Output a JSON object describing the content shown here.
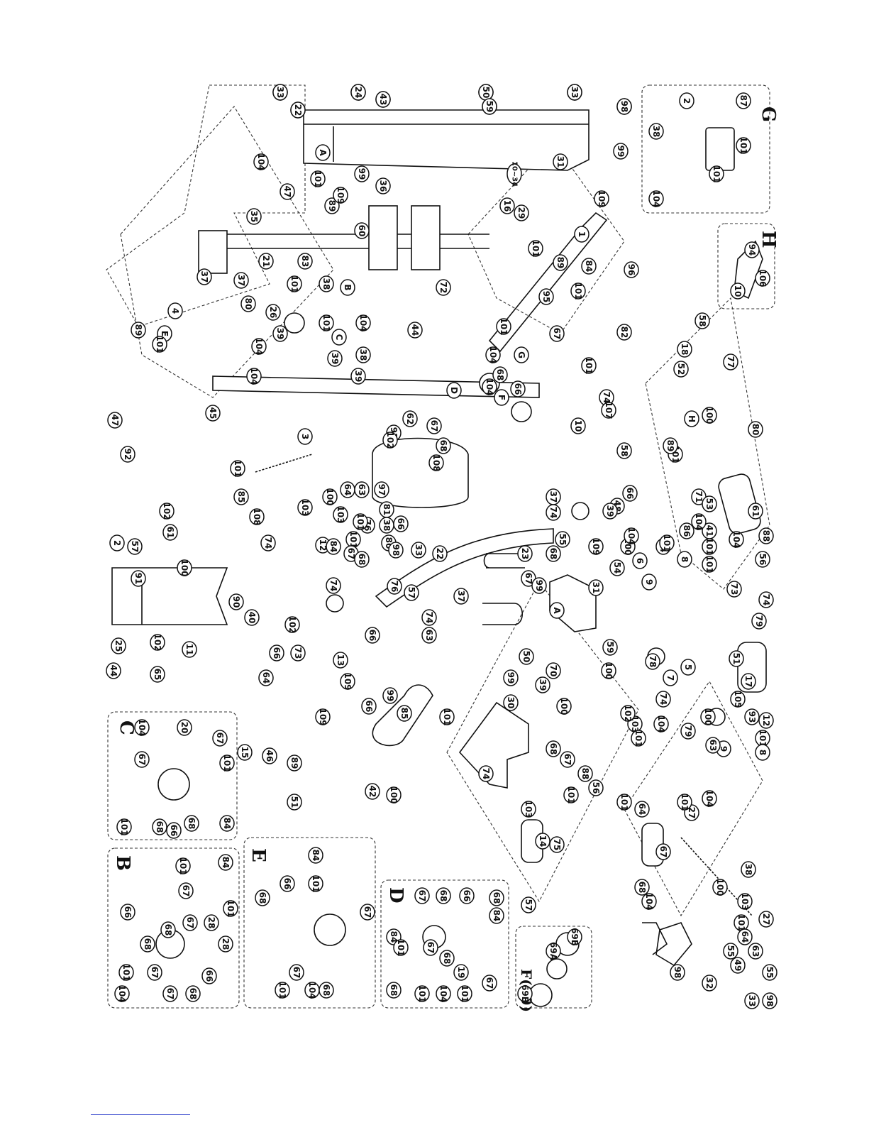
{
  "insets": [
    {
      "id": "G",
      "title": "G",
      "callouts": [
        "2",
        "87",
        "101",
        "38",
        "101",
        "104"
      ]
    },
    {
      "id": "H",
      "title": "H",
      "callouts": [
        "94",
        "106",
        "10"
      ]
    },
    {
      "id": "C",
      "title": "C",
      "callouts": [
        "104",
        "67",
        "20",
        "67",
        "101",
        "68",
        "66",
        "68",
        "84",
        "101"
      ]
    },
    {
      "id": "B",
      "title": "B",
      "callouts": [
        "66",
        "101",
        "84",
        "67",
        "68",
        "28",
        "66",
        "101",
        "68",
        "67",
        "101",
        "104",
        "67",
        "68",
        "28",
        "67"
      ]
    },
    {
      "id": "E",
      "title": "E",
      "callouts": [
        "66",
        "84",
        "101",
        "68",
        "67",
        "67",
        "101",
        "104",
        "68"
      ]
    },
    {
      "id": "D",
      "title": "D",
      "callouts": [
        "67",
        "68",
        "66",
        "68",
        "84",
        "84",
        "101",
        "67",
        "68",
        "19",
        "101",
        "68",
        "104",
        "101",
        "67"
      ]
    },
    {
      "id": "F",
      "title": "F(69)",
      "callouts": [
        "69B",
        "69A",
        "69B"
      ]
    }
  ],
  "main_callouts": [
    "109",
    "99",
    "109",
    "99",
    "109",
    "99",
    "109",
    "99",
    "A",
    "104",
    "47",
    "101",
    "89",
    "109",
    "99",
    "36",
    "10~34",
    "16",
    "29",
    "31",
    "99",
    "109",
    "35",
    "60",
    "37",
    "21",
    "83",
    "1",
    "101",
    "89",
    "84",
    "37",
    "38",
    "B",
    "80",
    "101",
    "26",
    "104",
    "101",
    "72",
    "95",
    "101",
    "96",
    "82",
    "4",
    "E",
    "89",
    "101",
    "39",
    "104",
    "C",
    "39",
    "38",
    "44",
    "67",
    "101",
    "104",
    "G",
    "68",
    "58",
    "101",
    "104",
    "F",
    "18",
    "52",
    "77",
    "D",
    "39",
    "66",
    "74",
    "H",
    "47",
    "45",
    "3",
    "104",
    "62",
    "92",
    "102",
    "67",
    "68",
    "108",
    "107",
    "10",
    "58",
    "100",
    "80",
    "101",
    "89",
    "66",
    "71",
    "53",
    "61",
    "92",
    "61",
    "102",
    "101",
    "85",
    "103",
    "100",
    "64",
    "63",
    "97",
    "81",
    "37",
    "48",
    "41",
    "104",
    "88",
    "101",
    "74",
    "38",
    "66",
    "76",
    "101",
    "101",
    "80",
    "98",
    "33",
    "55",
    "39",
    "84",
    "86",
    "101",
    "104",
    "101",
    "100",
    "103",
    "108",
    "74",
    "12",
    "67",
    "68",
    "84",
    "22",
    "23",
    "67",
    "68",
    "54",
    "104",
    "6",
    "9",
    "8",
    "56",
    "73",
    "2",
    "57",
    "91",
    "100",
    "76",
    "57",
    "109",
    "99",
    "31",
    "A",
    "74",
    "79",
    "74",
    "90",
    "40",
    "102",
    "74",
    "63",
    "66",
    "37",
    "59",
    "50",
    "70",
    "100",
    "78",
    "5",
    "51",
    "17",
    "44",
    "25",
    "102",
    "65",
    "11",
    "66",
    "73",
    "13",
    "64",
    "109",
    "99",
    "109",
    "99",
    "30",
    "39",
    "100",
    "103",
    "74",
    "7",
    "100",
    "79",
    "102",
    "105",
    "93",
    "12",
    "101",
    "89",
    "46",
    "15",
    "66",
    "85",
    "101",
    "74",
    "68",
    "67",
    "101",
    "104",
    "8",
    "9",
    "51",
    "42",
    "100",
    "103",
    "14",
    "75",
    "57",
    "101",
    "88",
    "56",
    "101",
    "64",
    "63",
    "27",
    "104",
    "101",
    "67",
    "68",
    "100",
    "103",
    "38",
    "104",
    "101",
    "27",
    "64",
    "63",
    "55",
    "49",
    "98",
    "32",
    "33",
    "55",
    "98",
    "33",
    "22",
    "24",
    "43",
    "50",
    "59",
    "33",
    "98"
  ]
}
